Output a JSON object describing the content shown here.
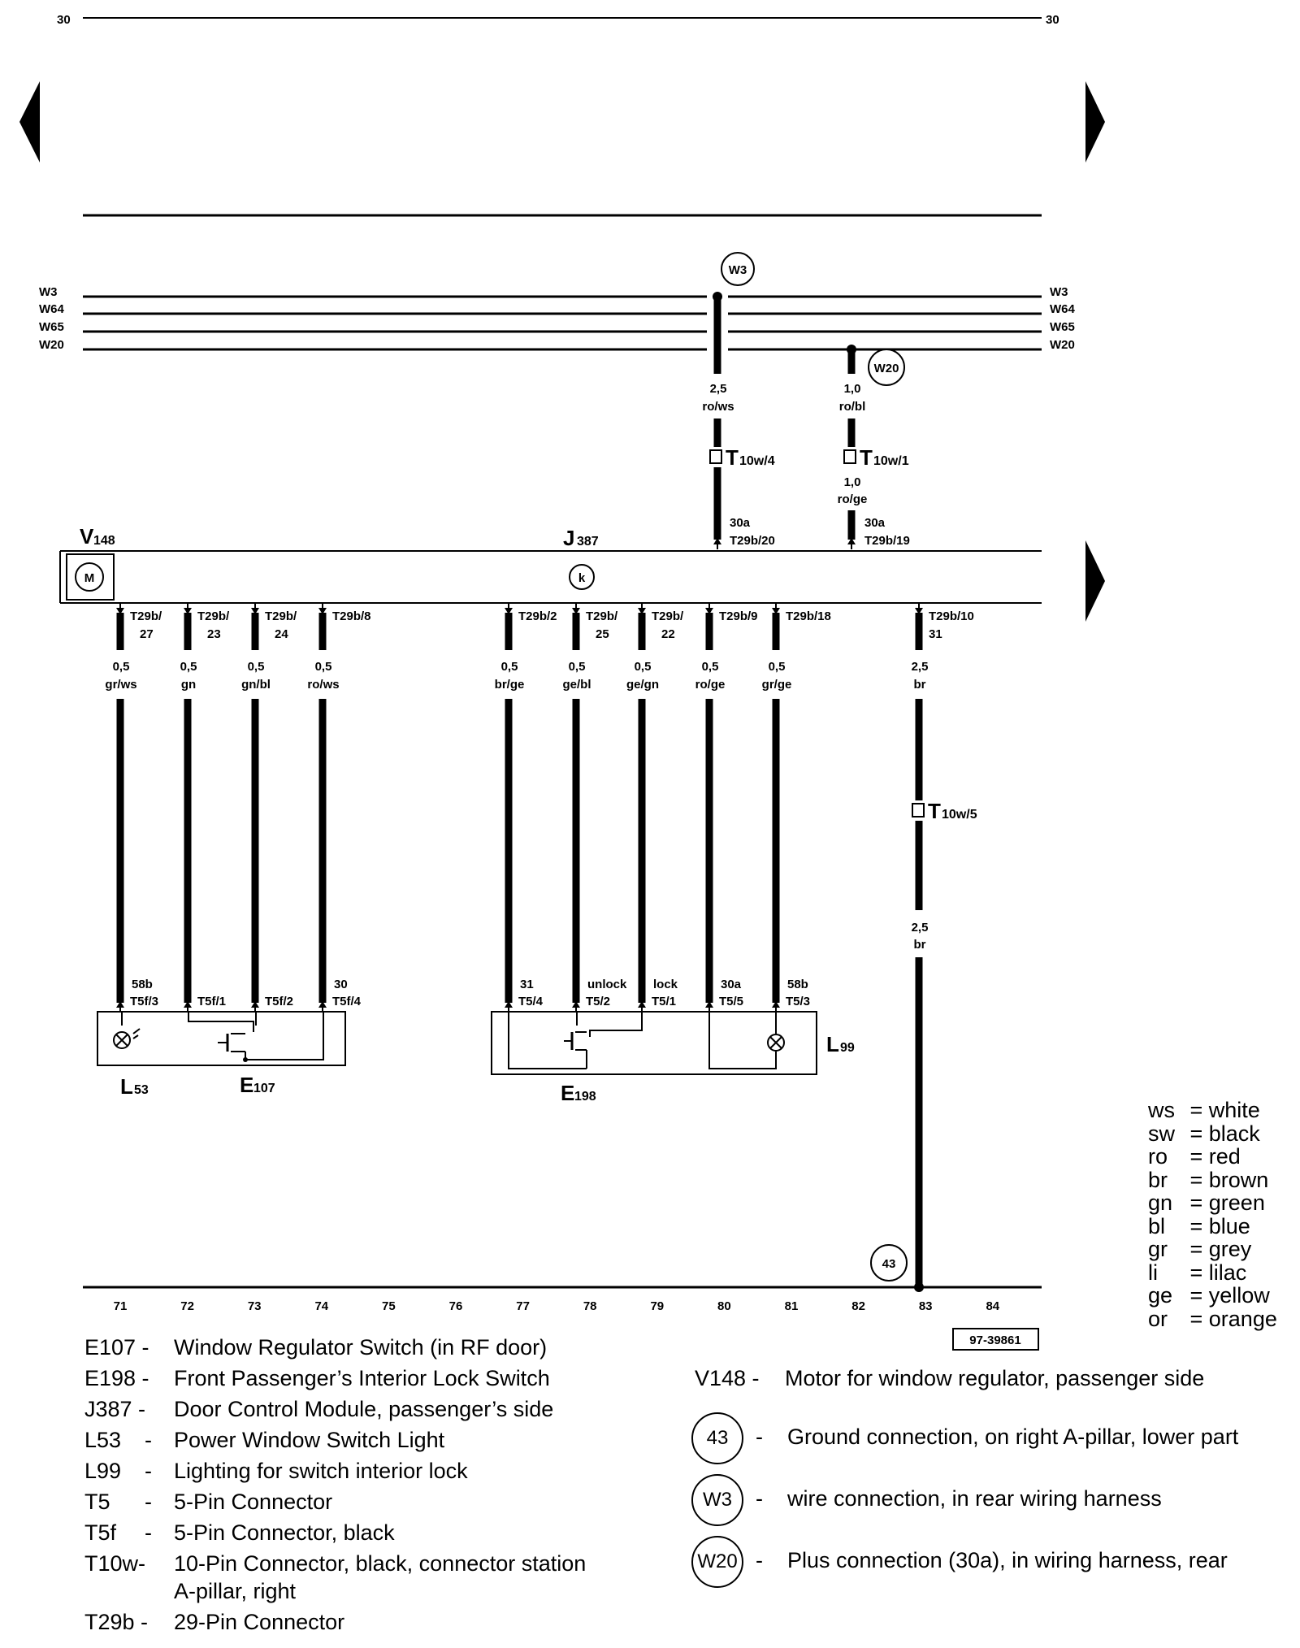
{
  "page": {
    "column_marker": "30",
    "doc_ref": "97-39861"
  },
  "buses": [
    "W3",
    "W64",
    "W65",
    "W20"
  ],
  "nodes": {
    "w3": "W3",
    "w20": "W20",
    "ground_43": "43"
  },
  "components": {
    "v148": {
      "id": "V",
      "sub": "148",
      "symbol": "M"
    },
    "j387": {
      "id": "J",
      "sub": "387",
      "symbol": "k"
    },
    "l53": {
      "id": "L",
      "sub": "53"
    },
    "e107": {
      "id": "E",
      "sub": "107"
    },
    "e198": {
      "id": "E",
      "sub": "198"
    },
    "l99": {
      "id": "L",
      "sub": "99"
    }
  },
  "top_wires": [
    {
      "size": "2,5",
      "color": "ro/ws",
      "connector": "T",
      "connector_sub": "10w/4",
      "pin_fn": "30a",
      "pin": "T29b/20"
    },
    {
      "size": "1,0",
      "color": "ro/bl",
      "connector": "T",
      "connector_sub": "10w/1",
      "size2": "1,0",
      "color2": "ro/ge",
      "pin_fn": "30a",
      "pin": "T29b/19"
    }
  ],
  "lower_wires": [
    {
      "pin_a": "T29b/",
      "pin_b": "27",
      "size": "0,5",
      "color": "gr/ws",
      "end_fn": "58b",
      "end_pin": "T5f/3"
    },
    {
      "pin_a": "T29b/",
      "pin_b": "23",
      "size": "0,5",
      "color": "gn",
      "end_fn": "",
      "end_pin": "T5f/1"
    },
    {
      "pin_a": "T29b/",
      "pin_b": "24",
      "size": "0,5",
      "color": "gn/bl",
      "end_fn": "",
      "end_pin": "T5f/2"
    },
    {
      "pin_a": "T29b/8",
      "pin_b": "",
      "size": "0,5",
      "color": "ro/ws",
      "end_fn": "30",
      "end_pin": "T5f/4"
    },
    {
      "pin_a": "T29b/2",
      "pin_b": "",
      "size": "0,5",
      "color": "br/ge",
      "end_fn": "31",
      "end_pin": "T5/4"
    },
    {
      "pin_a": "T29b/",
      "pin_b": "25",
      "size": "0,5",
      "color": "ge/bl",
      "end_fn": "unlock",
      "end_pin": "T5/2"
    },
    {
      "pin_a": "T29b/",
      "pin_b": "22",
      "size": "0,5",
      "color": "ge/gn",
      "end_fn": "lock",
      "end_pin": "T5/1"
    },
    {
      "pin_a": "T29b/9",
      "pin_b": "",
      "size": "0,5",
      "color": "ro/ge",
      "end_fn": "30a",
      "end_pin": "T5/5"
    },
    {
      "pin_a": "T29b/18",
      "pin_b": "",
      "size": "0,5",
      "color": "gr/ge",
      "end_fn": "58b",
      "end_pin": "T5/3"
    },
    {
      "pin_a": "T29b/10",
      "pin_b": "31",
      "size": "2,5",
      "color": "br",
      "connector": "T",
      "connector_sub": "10w/5",
      "size2": "2,5",
      "color2": "br"
    }
  ],
  "track_numbers": [
    "71",
    "72",
    "73",
    "74",
    "75",
    "76",
    "77",
    "78",
    "79",
    "80",
    "81",
    "82",
    "83",
    "84"
  ],
  "color_codes": [
    {
      "abbr": "ws",
      "name": "white"
    },
    {
      "abbr": "sw",
      "name": "black"
    },
    {
      "abbr": "ro",
      "name": "red"
    },
    {
      "abbr": "br",
      "name": "brown"
    },
    {
      "abbr": "gn",
      "name": "green"
    },
    {
      "abbr": "bl",
      "name": "blue"
    },
    {
      "abbr": "gr",
      "name": "grey"
    },
    {
      "abbr": "li",
      "name": "lilac"
    },
    {
      "abbr": "ge",
      "name": "yellow"
    },
    {
      "abbr": "or",
      "name": "orange"
    }
  ],
  "legend_left": [
    {
      "code": "E107 -",
      "text": "Window Regulator Switch (in RF door)"
    },
    {
      "code": "E198 -",
      "text": "Front Passenger’s Interior Lock Switch"
    },
    {
      "code": "J387 -",
      "text": "Door Control Module, passenger’s side"
    },
    {
      "code": "L53",
      "text": "Power Window Switch Light"
    },
    {
      "code": "L99",
      "text": "Lighting for switch interior lock"
    },
    {
      "code": "T5",
      "text": "5-Pin Connector"
    },
    {
      "code": "T5f",
      "text": "5-Pin Connector, black"
    },
    {
      "code": "T10w-",
      "text": "10-Pin Connector, black, connector station",
      "text2": "A-pillar, right"
    },
    {
      "code": "T29b -",
      "text": "29-Pin Connector"
    }
  ],
  "legend_right": {
    "v148": {
      "code": "V148 -",
      "text": "Motor for window regulator, passenger side"
    },
    "ground": {
      "symbol": "43",
      "text": "Ground connection, on right A-pillar, lower part"
    },
    "w3": {
      "symbol": "W3",
      "text": "wire connection, in rear wiring harness"
    },
    "w20": {
      "symbol": "W20",
      "text": "Plus connection (30a), in wiring harness, rear"
    }
  },
  "icons": [
    "arrow-left-icon",
    "arrow-right-icon",
    "motor-icon",
    "relay-icon",
    "lamp-icon",
    "switch-icon",
    "connector-icon"
  ]
}
